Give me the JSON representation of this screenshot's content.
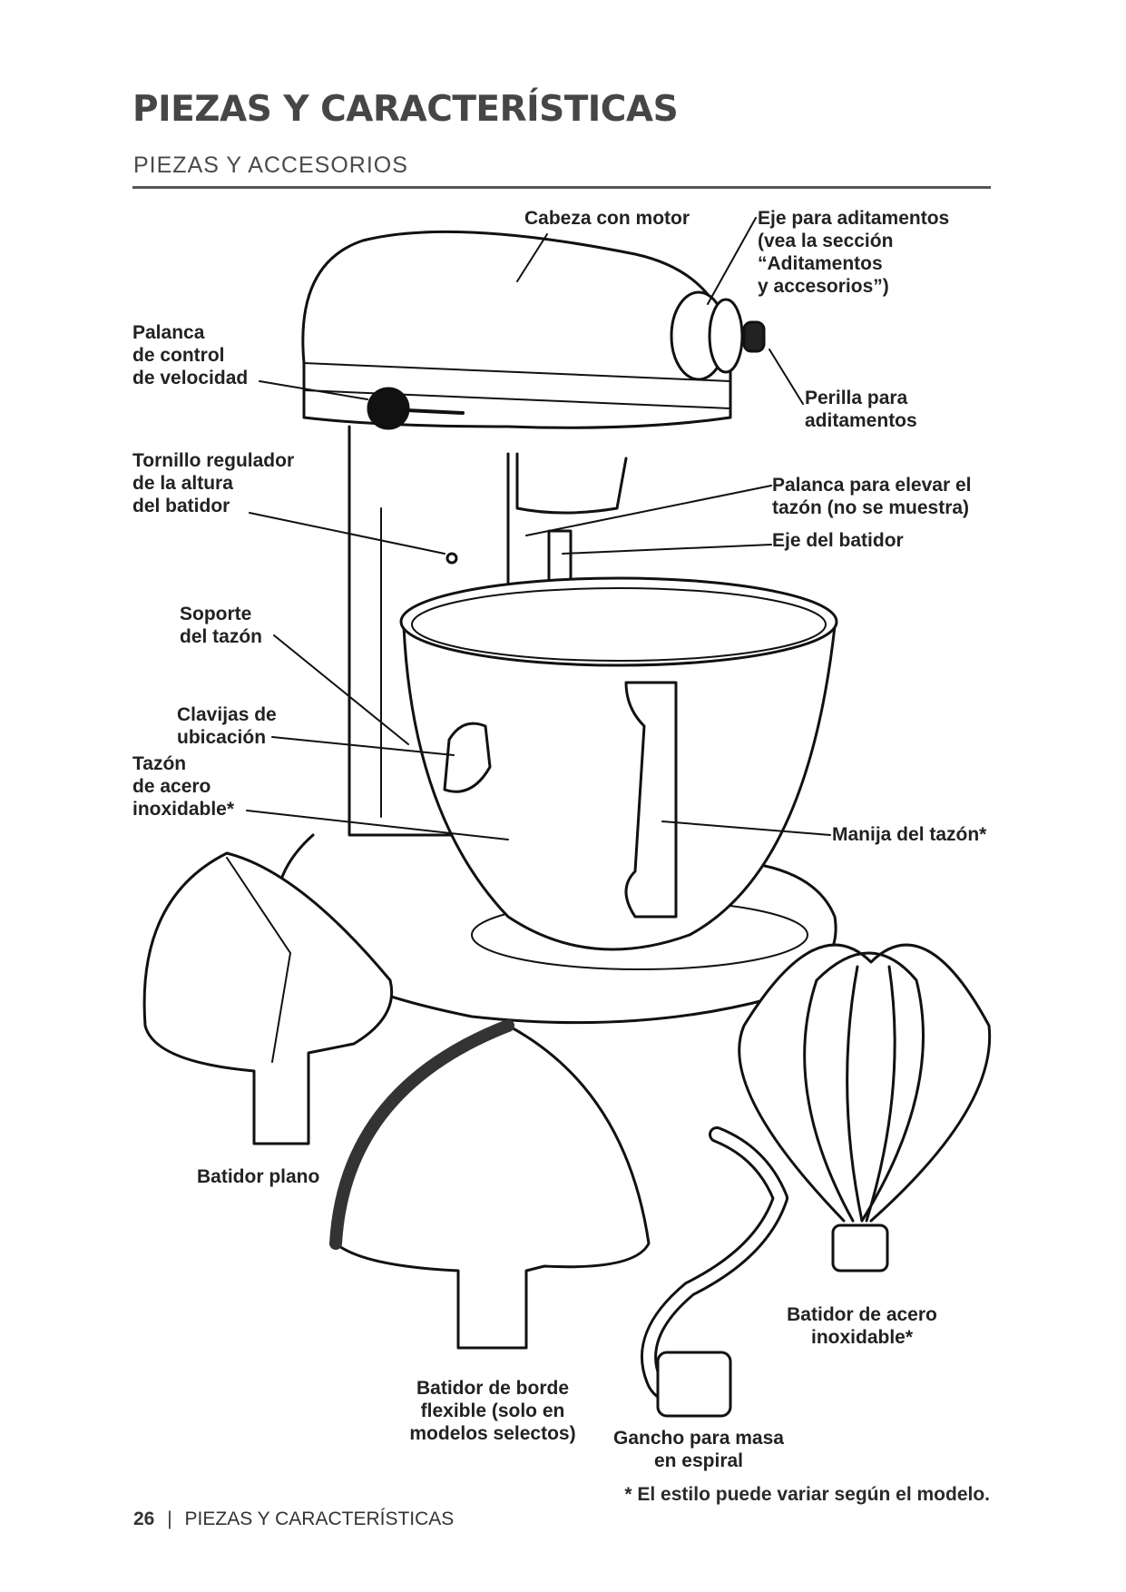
{
  "header": {
    "title": "PIEZAS Y CARACTERÍSTICAS",
    "subtitle": "PIEZAS Y ACCESORIOS"
  },
  "labels": {
    "motor_head": "Cabeza con motor",
    "attachment_hub": "Eje para aditamentos\n(vea la sección\n“Aditamentos\ny accesorios”)",
    "speed_lever": "Palanca\nde control\nde velocidad",
    "attachment_knob": "Perilla para\naditamentos",
    "height_screw": "Tornillo regulador\nde la altura\ndel batidor",
    "bowl_lift_lever": "Palanca para elevar el\ntazón (no se muestra)",
    "beater_shaft": "Eje del batidor",
    "bowl_support": "Soporte\ndel tazón",
    "locating_pins": "Clavijas de\nubicación",
    "bowl": "Tazón\nde acero\ninoxidable*",
    "bowl_handle": "Manija del tazón*",
    "flat_beater": "Batidor plano",
    "wire_whip": "Batidor de acero\ninoxidable*",
    "flex_beater": "Batidor de borde\nflexible (solo en\nmodelos selectos)",
    "dough_hook": "Gancho para masa\nen espiral"
  },
  "footnote": "* El estilo puede variar según el modelo.",
  "footer": {
    "page_number": "26",
    "separator": "|",
    "section": "PIEZAS Y CARACTERÍSTICAS"
  }
}
